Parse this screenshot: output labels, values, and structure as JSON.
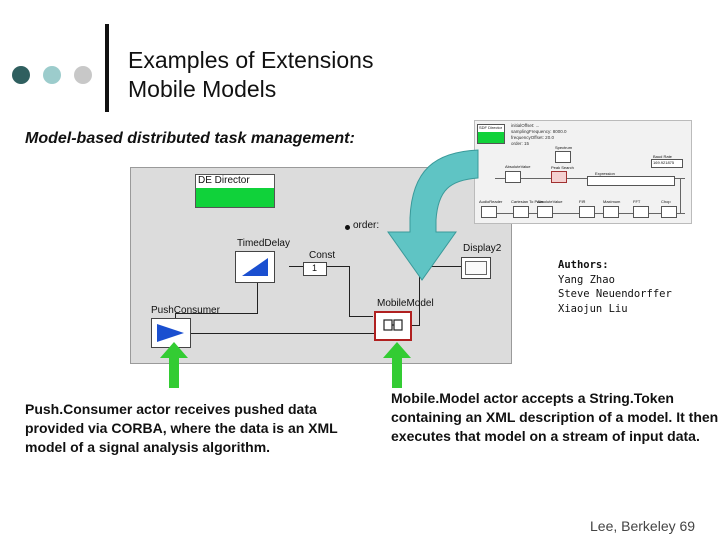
{
  "slide": {
    "title_line1": "Examples of Extensions",
    "title_line2": "Mobile Models",
    "subtitle": "Model-based distributed task management:",
    "footer": "Lee, Berkeley 69"
  },
  "colors": {
    "dot1": "#2f5f5f",
    "dot2": "#9ccccc",
    "dot3": "#c8c8c8",
    "director_green": "#10d23a",
    "arrow_teal": "#5fc4c4",
    "arrow_green": "#33cc33",
    "actor_blue": "#1a4fd0"
  },
  "diagram": {
    "director_label": "DE Director",
    "order_label": "order:",
    "timed_delay_label": "TimedDelay",
    "const_label": "Const",
    "const_value": "1",
    "display_label": "Display2",
    "mobile_model_label": "MobileModel",
    "push_consumer_label": "PushConsumer"
  },
  "authors": {
    "heading": "Authors:",
    "names": [
      "Yang Zhao",
      "Steve Neuendorffer",
      "Xiaojun Liu"
    ]
  },
  "captions": {
    "left": "Push.Consumer actor receives pushed data provided via CORBA, where the data is an XML model of a signal analysis algorithm.",
    "right": "Mobile.Model actor accepts a String.Token containing an XML description of a model. It then executes that model on a stream of input data."
  },
  "inset": {
    "director_label": "SDF Director",
    "params": [
      "initialOffset: ...",
      "samplingFrequency: 8000.0",
      "frequencyOffset: 20.0",
      "order: 15"
    ],
    "actors": [
      "Spectrum",
      "AbsoluteValue",
      "Peak Search",
      "Expression",
      "Baud Rate",
      "AudioReader",
      "Cartesian To Polar",
      "AbsoluteValue",
      "FIR",
      "Maximum",
      "FFT",
      "Chop"
    ],
    "baud_value": "169.921875"
  }
}
